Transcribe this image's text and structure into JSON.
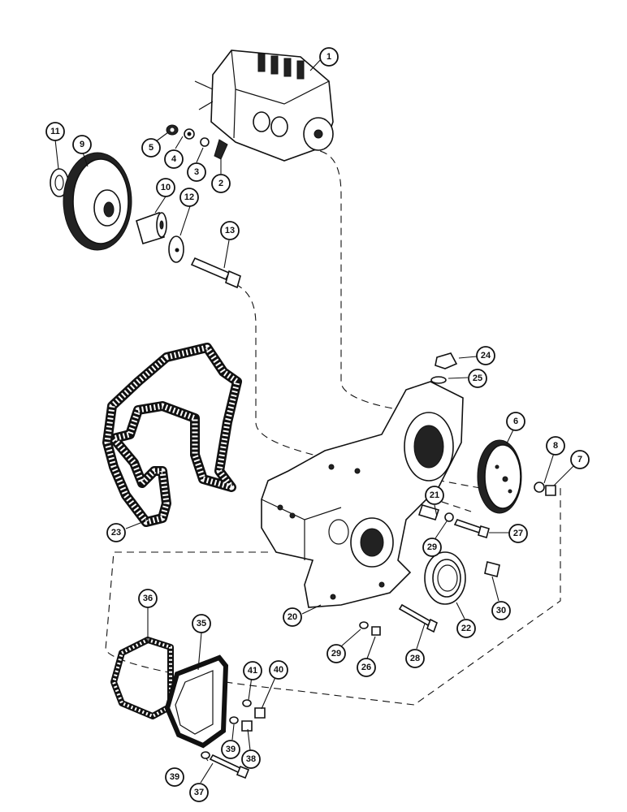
{
  "figure": {
    "callouts": [
      {
        "id": "c1",
        "label": "1"
      },
      {
        "id": "c2",
        "label": "2"
      },
      {
        "id": "c3",
        "label": "3"
      },
      {
        "id": "c4",
        "label": "4"
      },
      {
        "id": "c5",
        "label": "5"
      },
      {
        "id": "c6",
        "label": "6"
      },
      {
        "id": "c7",
        "label": "7"
      },
      {
        "id": "c8",
        "label": "8"
      },
      {
        "id": "c9",
        "label": "9"
      },
      {
        "id": "c10",
        "label": "10"
      },
      {
        "id": "c11",
        "label": "11"
      },
      {
        "id": "c12",
        "label": "12"
      },
      {
        "id": "c13",
        "label": "13"
      },
      {
        "id": "c20",
        "label": "20"
      },
      {
        "id": "c21",
        "label": "21"
      },
      {
        "id": "c22",
        "label": "22"
      },
      {
        "id": "c23",
        "label": "23"
      },
      {
        "id": "c24",
        "label": "24"
      },
      {
        "id": "c25",
        "label": "25"
      },
      {
        "id": "c26",
        "label": "26"
      },
      {
        "id": "c27",
        "label": "27"
      },
      {
        "id": "c28",
        "label": "28"
      },
      {
        "id": "c29a",
        "label": "29"
      },
      {
        "id": "c29b",
        "label": "29"
      },
      {
        "id": "c30",
        "label": "30"
      },
      {
        "id": "c35",
        "label": "35"
      },
      {
        "id": "c36",
        "label": "36"
      },
      {
        "id": "c37",
        "label": "37"
      },
      {
        "id": "c38",
        "label": "38"
      },
      {
        "id": "c39a",
        "label": "39"
      },
      {
        "id": "c39b",
        "label": "39"
      },
      {
        "id": "c40",
        "label": "40"
      },
      {
        "id": "c41",
        "label": "41"
      }
    ]
  }
}
